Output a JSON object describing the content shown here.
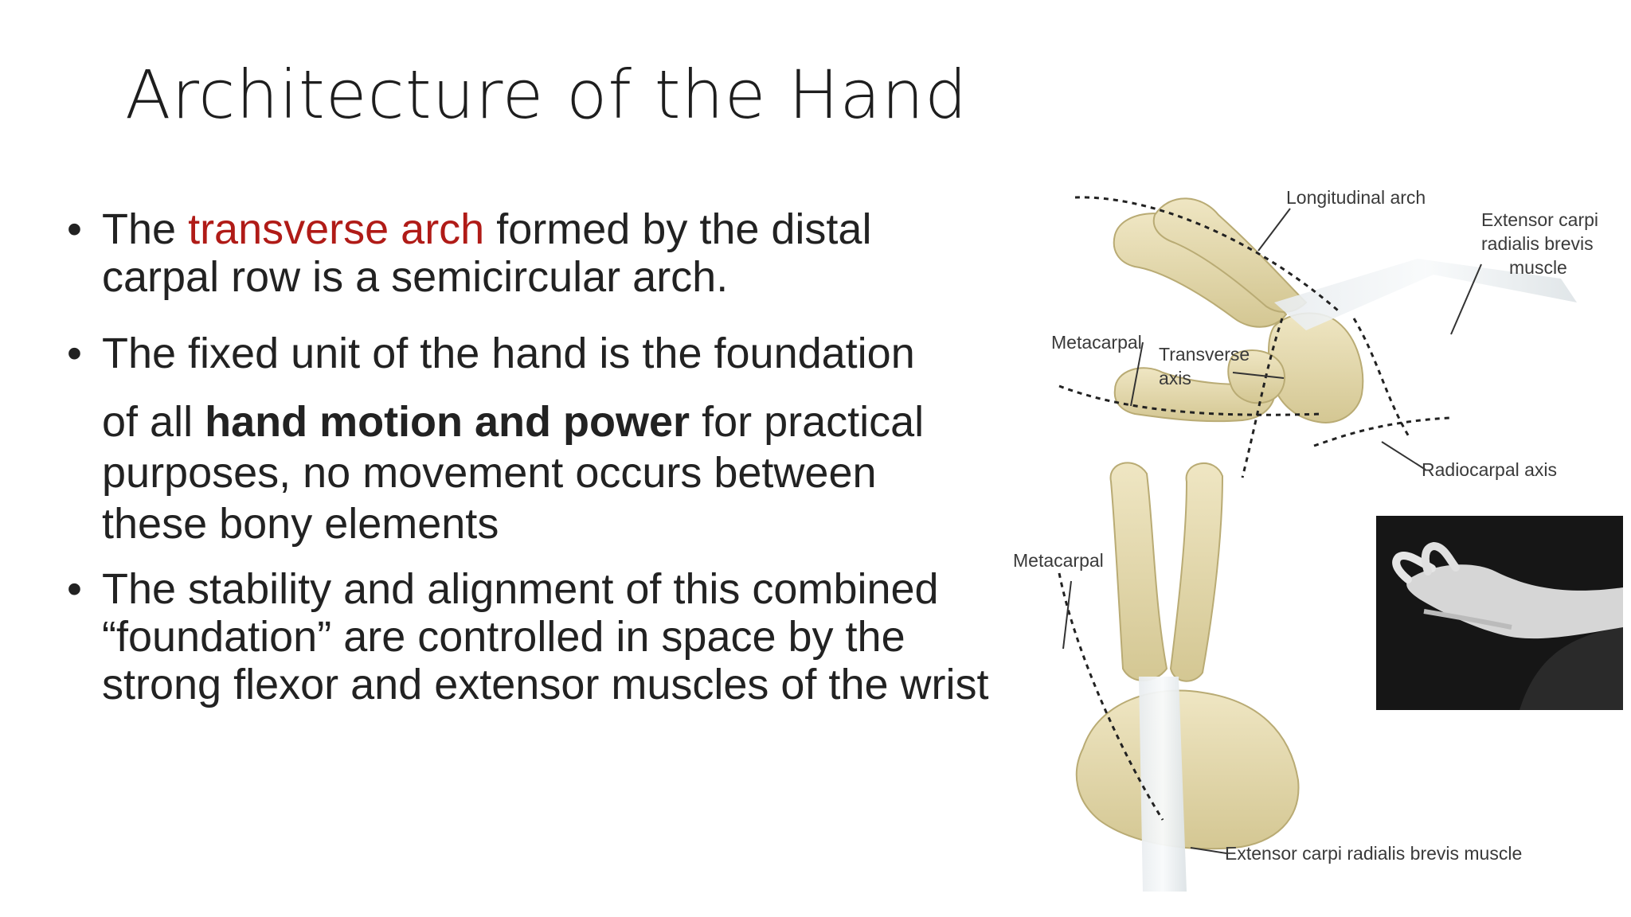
{
  "slide": {
    "title": "Architecture of the Hand",
    "bullets": [
      {
        "before": "The ",
        "highlight": "transverse arch",
        "after": " formed by the distal carpal row is a semicircular arch."
      },
      {
        "line1": "The fixed unit of the hand is the foundation",
        "line2_before": "of all ",
        "line2_bold": "hand motion and power",
        "line2_after": " for practical purposes, no movement occurs between these bony elements"
      },
      {
        "text": "The stability and alignment of this combined “foundation” are controlled in space by the strong flexor and extensor muscles of the wrist"
      }
    ],
    "bullet_glyph": "•",
    "highlight_color": "#b01b17"
  },
  "figure": {
    "labels": {
      "longitudinal_arch": "Longitudinal arch",
      "extensor_top_1": "Extensor carpi",
      "extensor_top_2": "radialis brevis",
      "extensor_top_3": "muscle",
      "metacarpal_top": "Metacarpal",
      "transverse_1": "Transverse",
      "transverse_2": "axis",
      "radiocarpal_axis": "Radiocarpal axis",
      "metacarpal_bottom": "Metacarpal",
      "extensor_bottom": "Extensor carpi radialis brevis muscle"
    }
  }
}
